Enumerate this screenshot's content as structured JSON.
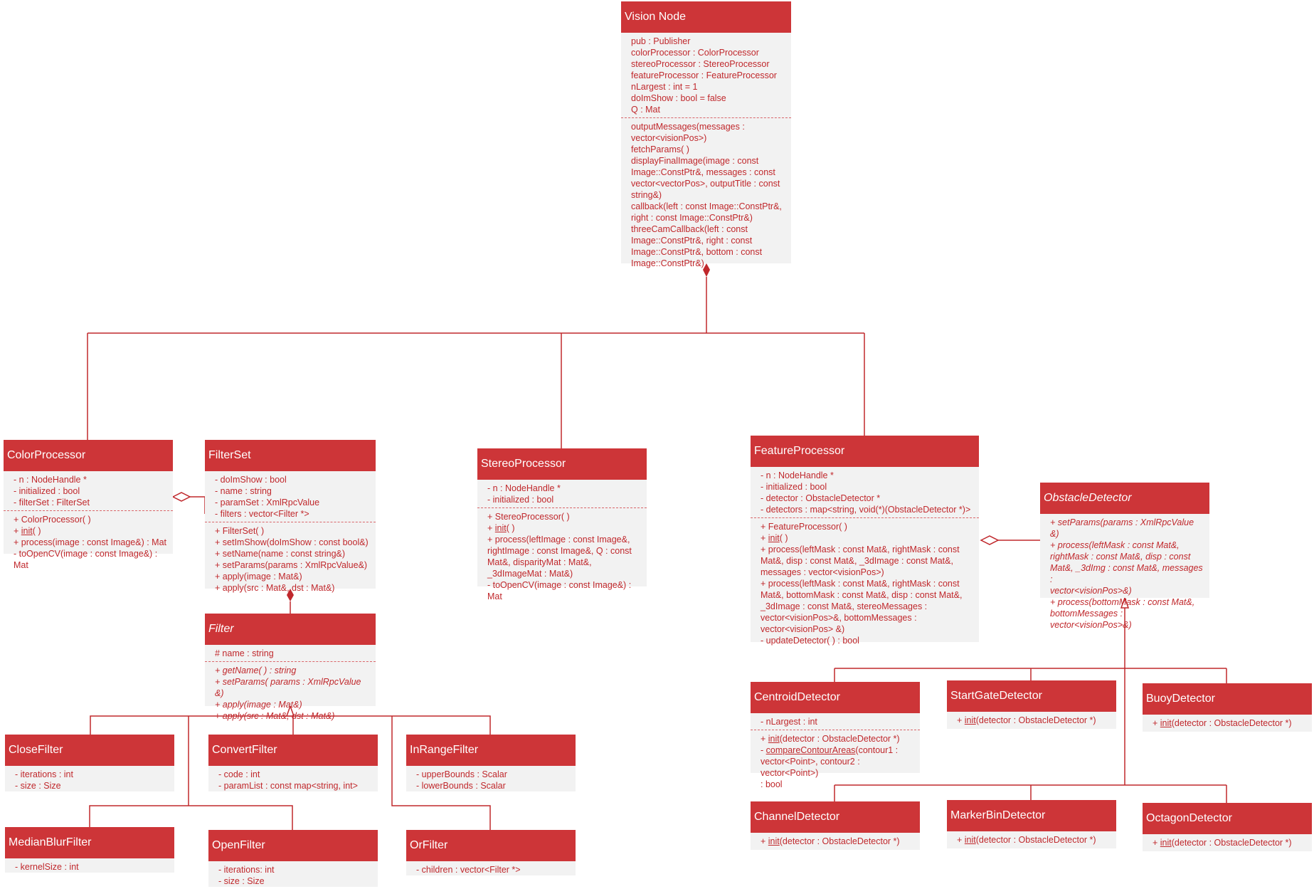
{
  "colors": {
    "header": "#cd3538",
    "body": "#f2f2f2",
    "text": "#c0282c",
    "line": "#c0282c"
  },
  "classes": [
    {
      "id": "vision-node",
      "name": "Vision Node",
      "italic": false,
      "attributes": [
        "pub : Publisher",
        "colorProcessor : ColorProcessor",
        "stereoProcessor : StereoProcessor",
        "featureProcessor : FeatureProcessor",
        "nLargest : int = 1",
        "doImShow : bool = false",
        "Q : Mat"
      ],
      "operations": [
        "outputMessages(messages :\nvector<visionPos>)",
        "fetchParams( )",
        "displayFinalImage(image : const\nImage::ConstPtr&, messages : const\nvector<vectorPos>, outputTitle : const\nstring&)",
        "callback(left : const Image::ConstPtr&,\nright : const Image::ConstPtr&)",
        "threeCamCallback(left : const\nImage::ConstPtr&, right : const\nImage::ConstPtr&, bottom : const\nImage::ConstPtr&)"
      ]
    },
    {
      "id": "color-processor",
      "name": "ColorProcessor",
      "italic": false,
      "attributes": [
        "- n : NodeHandle *",
        "- initialized : bool",
        "- filterSet : FilterSet"
      ],
      "operations": [
        "+ ColorProcessor( )",
        "+ init( )",
        "+ process(image : const Image&) : Mat",
        "- toOpenCV(image : const Image&) : Mat"
      ]
    },
    {
      "id": "filter-set",
      "name": "FilterSet",
      "italic": false,
      "attributes": [
        "- doImShow : bool",
        "- name : string",
        "- paramSet : XmlRpcValue",
        "- filters : vector<Filter *>"
      ],
      "operations": [
        "+ FilterSet( )",
        "+ setImShow(doImShow : const bool&)",
        "+ setName(name : const string&)",
        "+ setParams(params : XmlRpcValue&)",
        "+ apply(image : Mat&)",
        "+ apply(src : Mat&, dst : Mat&)"
      ]
    },
    {
      "id": "stereo-processor",
      "name": "StereoProcessor",
      "italic": false,
      "attributes": [
        "- n : NodeHandle *",
        "- initialized : bool"
      ],
      "operations": [
        "+ StereoProcessor( )",
        "+ init( )",
        "+ process(leftImage : const Image&,\nrightImage : const Image&, Q : const\nMat&, disparityMat : Mat&,\n_3dImageMat : Mat&)",
        "- toOpenCV(image : const Image&) : Mat"
      ]
    },
    {
      "id": "feature-processor",
      "name": "FeatureProcessor",
      "italic": false,
      "attributes": [
        "- n : NodeHandle *",
        "- initialized : bool",
        "- detector : ObstacleDetector *",
        "- detectors : map<string, void(*)(ObstacleDetector *)>"
      ],
      "operations": [
        "+ FeatureProcessor( )",
        "+ init( )",
        "+ process(leftMask : const Mat&, rightMask : const\nMat&, disp : const Mat&, _3dImage : const Mat&,\nmessages : vector<visionPos>)",
        "+ process(leftMask : const Mat&, rightMask : const\nMat&, bottomMask : const Mat&, disp : const Mat&,\n_3dImage : const Mat&, stereoMessages :\nvector<visionPos>&, bottomMessages :\nvector<visionPos> &)",
        "- updateDetector( ) : bool"
      ]
    },
    {
      "id": "obstacle-detector",
      "name": "ObstacleDetector",
      "italic": true,
      "attributes": [],
      "operations": [
        "+ setParams(params : XmlRpcValue &)",
        "+ process(leftMask : const Mat&,\nrightMask : const Mat&, disp : const\nMat&, _3dImg : const Mat&, messages :\nvector<visionPos>&)",
        "+ process(bottomMask : const Mat&,\nbottomMessages : vector<visionPos>&)"
      ]
    },
    {
      "id": "filter",
      "name": "Filter",
      "italic": true,
      "attributes": [
        "# name : string"
      ],
      "operations": [
        "+ getName( ) : string",
        "+ setParams( params : XmlRpcValue &)",
        "+ apply(image : Mat&)",
        "+ apply(src : Mat&, dst : Mat&)"
      ]
    },
    {
      "id": "close-filter",
      "name": "CloseFilter",
      "italic": false,
      "attributes": [
        "- iterations : int",
        "- size : Size"
      ],
      "operations": []
    },
    {
      "id": "convert-filter",
      "name": "ConvertFilter",
      "italic": false,
      "attributes": [
        "- code : int",
        "- paramList : const map<string, int>"
      ],
      "operations": []
    },
    {
      "id": "inrange-filter",
      "name": "InRangeFilter",
      "italic": false,
      "attributes": [
        "- upperBounds : Scalar",
        "- lowerBounds : Scalar"
      ],
      "operations": []
    },
    {
      "id": "medianblur-filter",
      "name": "MedianBlurFilter",
      "italic": false,
      "attributes": [
        "- kernelSize : int"
      ],
      "operations": []
    },
    {
      "id": "open-filter",
      "name": "OpenFilter",
      "italic": false,
      "attributes": [
        "- iterations: int",
        "- size : Size"
      ],
      "operations": []
    },
    {
      "id": "or-filter",
      "name": "OrFilter",
      "italic": false,
      "attributes": [
        "- children : vector<Filter *>"
      ],
      "operations": []
    },
    {
      "id": "centroid-detector",
      "name": "CentroidDetector",
      "italic": false,
      "attributes": [
        "- nLargest : int"
      ],
      "operations": [
        "+ init(detector : ObstacleDetector *)",
        "- compareContourAreas(contour1 :\nvector<Point>, contour2 : vector<Point>)\n: bool"
      ]
    },
    {
      "id": "startgate-detector",
      "name": "StartGateDetector",
      "italic": false,
      "attributes": [],
      "operations": [
        "+ init(detector : ObstacleDetector *)"
      ]
    },
    {
      "id": "buoy-detector",
      "name": "BuoyDetector",
      "italic": false,
      "attributes": [],
      "operations": [
        "+ init(detector : ObstacleDetector *)"
      ]
    },
    {
      "id": "channel-detector",
      "name": "ChannelDetector",
      "italic": false,
      "attributes": [],
      "operations": [
        "+ init(detector : ObstacleDetector *)"
      ]
    },
    {
      "id": "markerbin-detector",
      "name": "MarkerBinDetector",
      "italic": false,
      "attributes": [],
      "operations": [
        "+ init(detector : ObstacleDetector *)"
      ]
    },
    {
      "id": "octagon-detector",
      "name": "OctagonDetector",
      "italic": false,
      "attributes": [],
      "operations": [
        "+ init(detector : ObstacleDetector *)"
      ]
    }
  ]
}
